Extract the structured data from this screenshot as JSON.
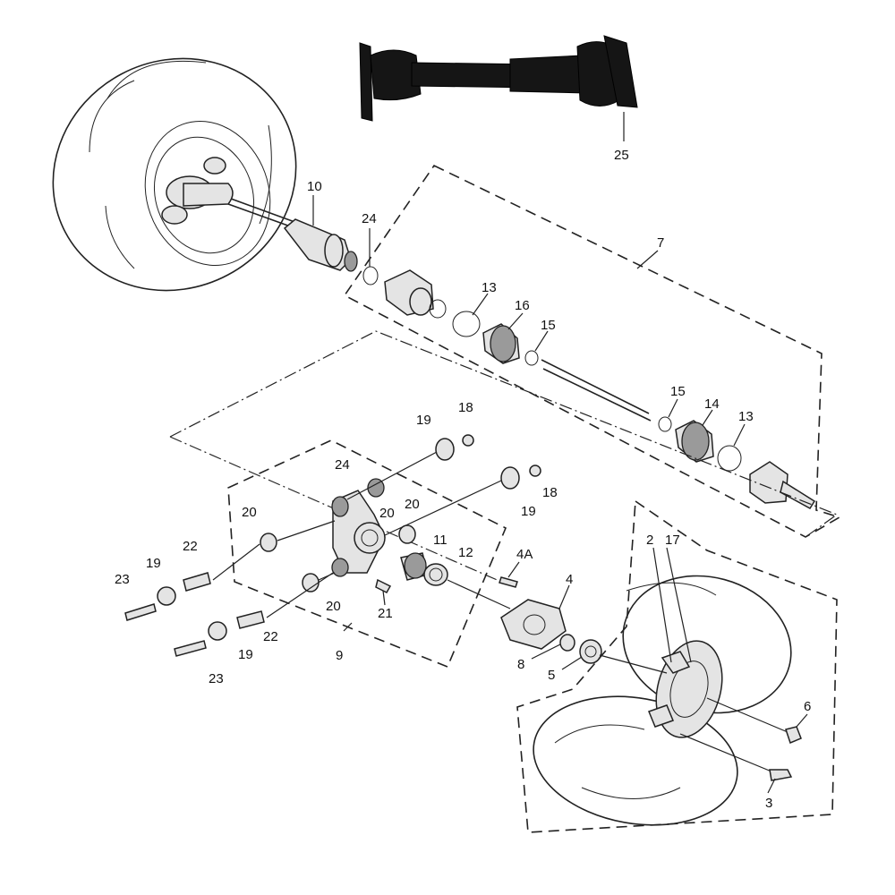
{
  "callouts": {
    "c25": "25",
    "c10": "10",
    "c24a": "24",
    "c7": "7",
    "c13a": "13",
    "c16": "16",
    "c15a": "15",
    "c15b": "15",
    "c14": "14",
    "c13b": "13",
    "c19a": "19",
    "c18a": "18",
    "c24b": "24",
    "c20a": "20",
    "c20b": "20",
    "c19b": "19",
    "c18b": "18",
    "c20c": "20",
    "c11": "11",
    "c12": "12",
    "c22a": "22",
    "c19c": "19",
    "c23a": "23",
    "c20d": "20",
    "c21": "21",
    "c4a": "4A",
    "c4": "4",
    "c2": "2",
    "c17": "17",
    "c22b": "22",
    "c19d": "19",
    "c23b": "23",
    "c9": "9",
    "c8": "8",
    "c5": "5",
    "c6": "6",
    "c3": "3"
  },
  "colors": {
    "line": "#222222",
    "part_fill": "#e4e4e4",
    "photo_shaft": "#151515"
  }
}
